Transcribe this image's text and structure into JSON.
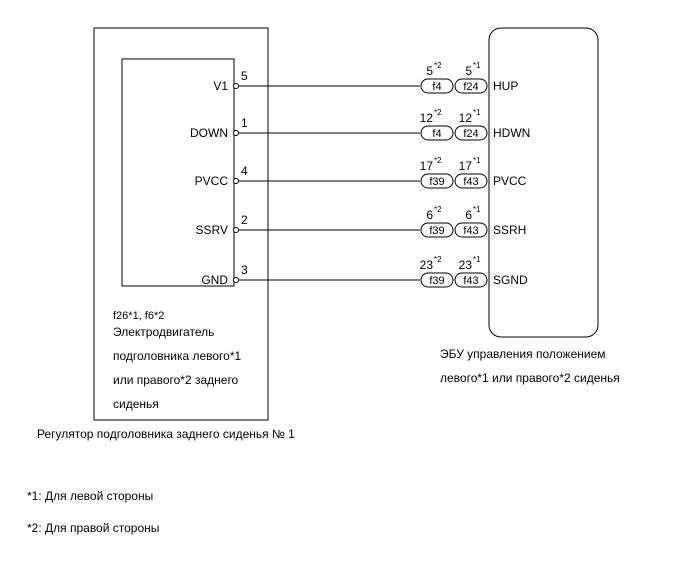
{
  "left_component": {
    "pins": [
      {
        "label": "V1",
        "num": "5"
      },
      {
        "label": "DOWN",
        "num": "1"
      },
      {
        "label": "PVCC",
        "num": "4"
      },
      {
        "label": "SSRV",
        "num": "2"
      },
      {
        "label": "GND",
        "num": "3"
      }
    ],
    "code_line": "f26*1, f6*2",
    "desc_lines": [
      "Электродвигатель",
      "подголовника левого*1",
      "или правого*2 заднего",
      "сиденья"
    ],
    "assembly_label": "Регулятор подголовника заднего сиденья № 1"
  },
  "right_component": {
    "pins": [
      {
        "label": "HUP",
        "n2": "5",
        "n1": "5",
        "c2": "f4",
        "c1": "f24"
      },
      {
        "label": "HDWN",
        "n2": "12",
        "n1": "12",
        "c2": "f4",
        "c1": "f24"
      },
      {
        "label": "PVCC",
        "n2": "17",
        "n1": "17",
        "c2": "f39",
        "c1": "f43"
      },
      {
        "label": "SSRH",
        "n2": "6",
        "n1": "6",
        "c2": "f39",
        "c1": "f43"
      },
      {
        "label": "SGND",
        "n2": "23",
        "n1": "23",
        "c2": "f39",
        "c1": "f43"
      }
    ],
    "sup2": "*2",
    "sup1": "*1",
    "label_lines": [
      "ЭБУ управления положением",
      "левого*1 или правого*2 сиденья"
    ]
  },
  "notes": [
    "*1: Для левой стороны",
    "*2: Для правой стороны"
  ]
}
